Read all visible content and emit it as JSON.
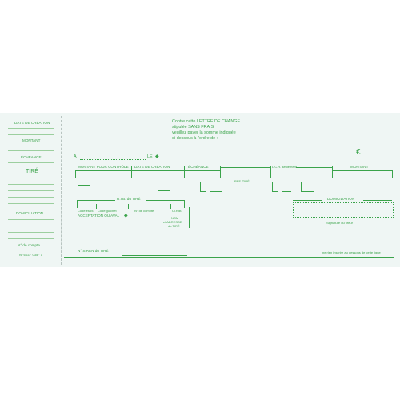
{
  "stub": {
    "date_creation": "DATE DE CRÉATION",
    "montant": "MONTANT",
    "echeance": "ÉCHÉANCE",
    "tire": "TIRÉ",
    "domiciliation": "DOMICILIATION",
    "num_compte": "N° de compte",
    "ref_code": "Nº 6 11 · 035 · 1"
  },
  "header": {
    "line1": "Contre cette LETTRE DE CHANGE",
    "line2": "stipulée SANS FRAIS",
    "line3": "veuillez payer la somme indiquée",
    "line4": "ci-dessous à l'ordre de :"
  },
  "place_line": {
    "prefix": "A",
    "le": "LE"
  },
  "currency": {
    "symbol": "€",
    "icon": "euro-icon"
  },
  "columns": {
    "montant_controle": "MONTANT POUR CONTRÔLE",
    "date_creation": "DATE DE CRÉATION",
    "echeance": "ÉCHÉANCE",
    "ref_tire": "RÉF. TIRÉ",
    "lcr_seulement": "L.C.R. seulement",
    "montant": "MONTANT"
  },
  "rib": {
    "title": "R.I.B. du TIRÉ",
    "code_etab": "Code établ.",
    "code_guichet": "Code guichet",
    "num_compte": "N° de compte",
    "cle_rib": "Cl.RIB"
  },
  "acceptation": "ACCEPTATION OU AVAL",
  "nom_adresse": {
    "line1": "NOM",
    "line2": "et ADRESSE",
    "line3": "du TIRÉ"
  },
  "domiciliation": "DOMICILIATION",
  "signature": "Signature du tireur",
  "siren": "N° SIREN du TIRÉ",
  "footer_note": "ne rien inscrire au dessous de cette ligne"
}
